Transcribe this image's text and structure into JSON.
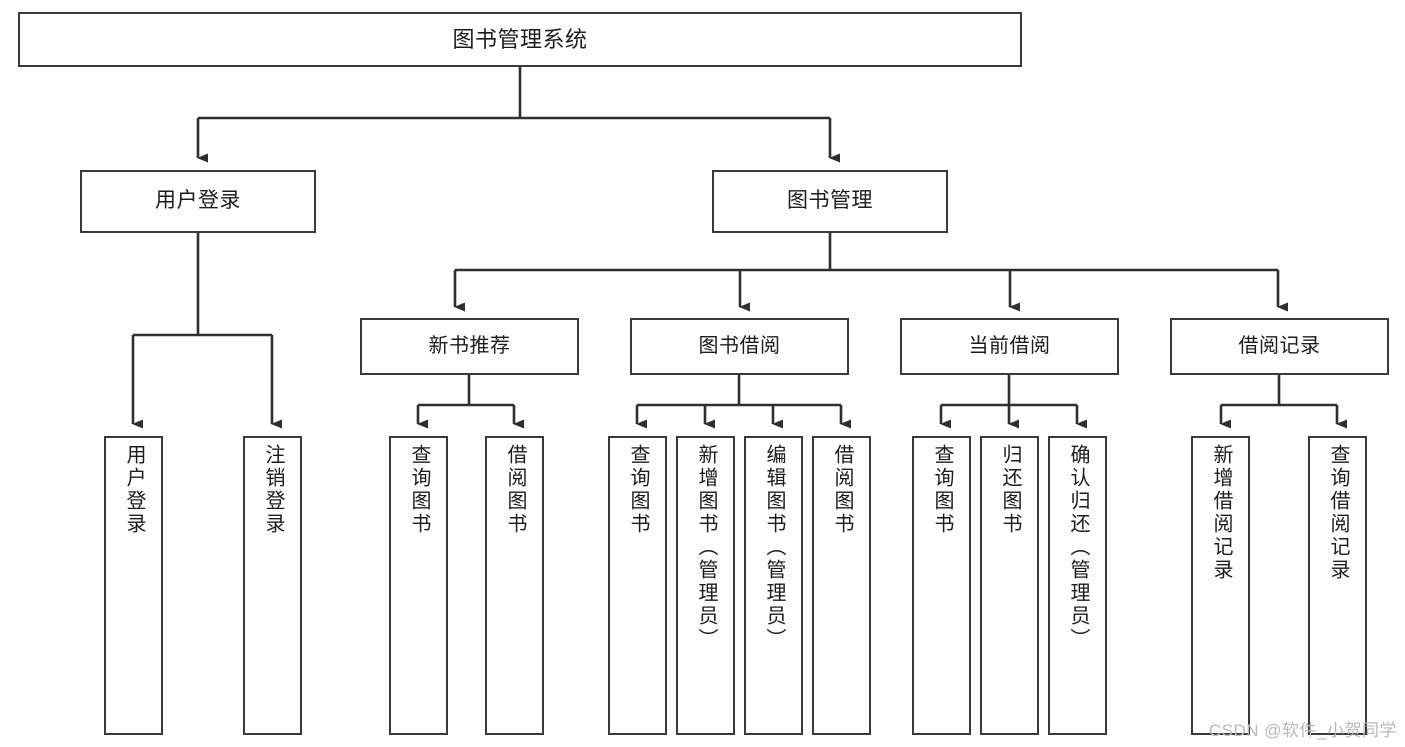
{
  "diagram": {
    "title": "图书管理系统",
    "type": "tree-hierarchy",
    "orientation": "top-down",
    "colors": {
      "box_border": "#3a3a3a",
      "box_fill": "#ffffff",
      "edge": "#2f2f2f",
      "text": "#1c1c1c",
      "watermark": "#b9b9b9",
      "background": "#ffffff"
    },
    "watermark": "CSDN @软件_小贺同学",
    "root": {
      "label": "图书管理系统"
    },
    "level2": [
      {
        "label": "用户登录"
      },
      {
        "label": "图书管理"
      }
    ],
    "level3": [
      {
        "label": "新书推荐"
      },
      {
        "label": "图书借阅"
      },
      {
        "label": "当前借阅"
      },
      {
        "label": "借阅记录"
      }
    ],
    "leaves": {
      "user_login": [
        {
          "label": "用户登录"
        },
        {
          "label": "注销登录"
        }
      ],
      "new_book_recommend": [
        {
          "label": "查询图书"
        },
        {
          "label": "借阅图书"
        }
      ],
      "book_borrow": [
        {
          "label": "查询图书"
        },
        {
          "label": "新增图书（管理员）"
        },
        {
          "label": "编辑图书（管理员）"
        },
        {
          "label": "借阅图书"
        }
      ],
      "current_borrow": [
        {
          "label": "查询图书"
        },
        {
          "label": "归还图书"
        },
        {
          "label": "确认归还（管理员）"
        }
      ],
      "borrow_record": [
        {
          "label": "新增借阅记录"
        },
        {
          "label": "查询借阅记录"
        }
      ]
    }
  }
}
